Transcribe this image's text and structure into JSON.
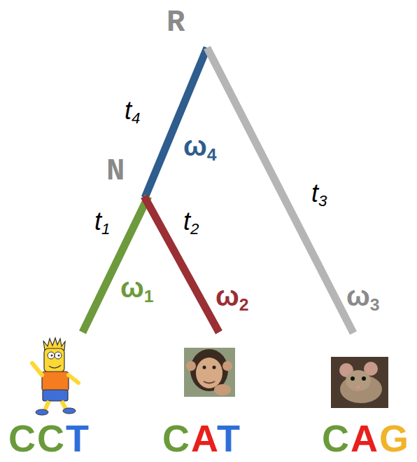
{
  "diagram": {
    "labels": [
      "R",
      "t4",
      "ω4",
      "N",
      "t1",
      "t2",
      "t3",
      "ω1",
      "ω2",
      "ω3",
      "CCT",
      "CAT",
      "CAG"
    ]
  }
}
